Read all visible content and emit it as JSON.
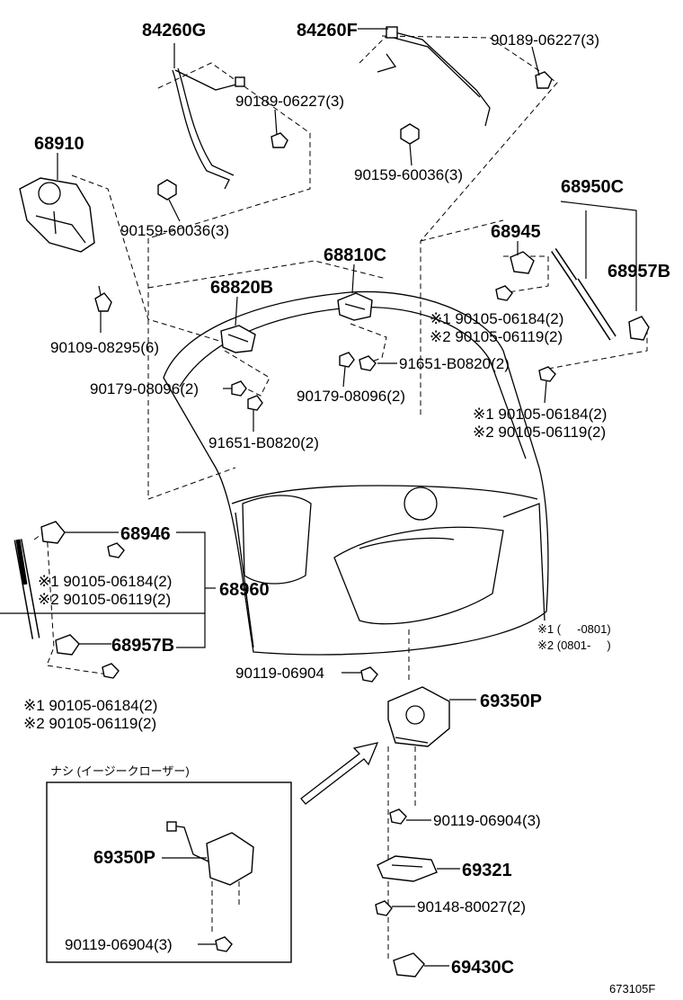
{
  "labels": {
    "p84260G": "84260G",
    "p84260F": "84260F",
    "p90189_a": "90189-06227(3)",
    "p90189_b": "90189-06227(3)",
    "p90159_a": "90159-60036(3)",
    "p90159_b": "90159-60036(3)",
    "p68910": "68910",
    "p90109": "90109-08295(6)",
    "p68950C": "68950C",
    "p68945": "68945",
    "p68957B_r": "68957B",
    "p68810C": "68810C",
    "p68820B": "68820B",
    "p9010506184_a": "※1 90105-06184(2)",
    "p9010506119_a": "※2 90105-06119(2)",
    "p91651_a": "91651-B0820(2)",
    "p90179_a": "90179-08096(2)",
    "p90179_b": "90179-08096(2)",
    "p9010506184_b": "※1 90105-06184(2)",
    "p9010506119_b": "※2 90105-06119(2)",
    "p91651_b": "91651-B0820(2)",
    "p68946": "68946",
    "p9010506184_c": "※1 90105-06184(2)",
    "p9010506119_c": "※2 90105-06119(2)",
    "p68960": "68960",
    "p68957B_l": "68957B",
    "p9010506184_d": "※1 90105-06184(2)",
    "p9010506119_d": "※2 90105-06119(2)",
    "note1": "※1 (     -0801)",
    "note2": "※2 (0801-     )",
    "p90119_a": "90119-06904",
    "p69350P_a": "69350P",
    "inset_title": "ナシ (イージークローザー)",
    "p69350P_b": "69350P",
    "p90119_inset": "90119-06904(3)",
    "p90119_b": "90119-06904(3)",
    "p69321": "69321",
    "p90148": "90148-80027(2)",
    "p69430C": "69430C",
    "diagram_id": "673105F"
  }
}
